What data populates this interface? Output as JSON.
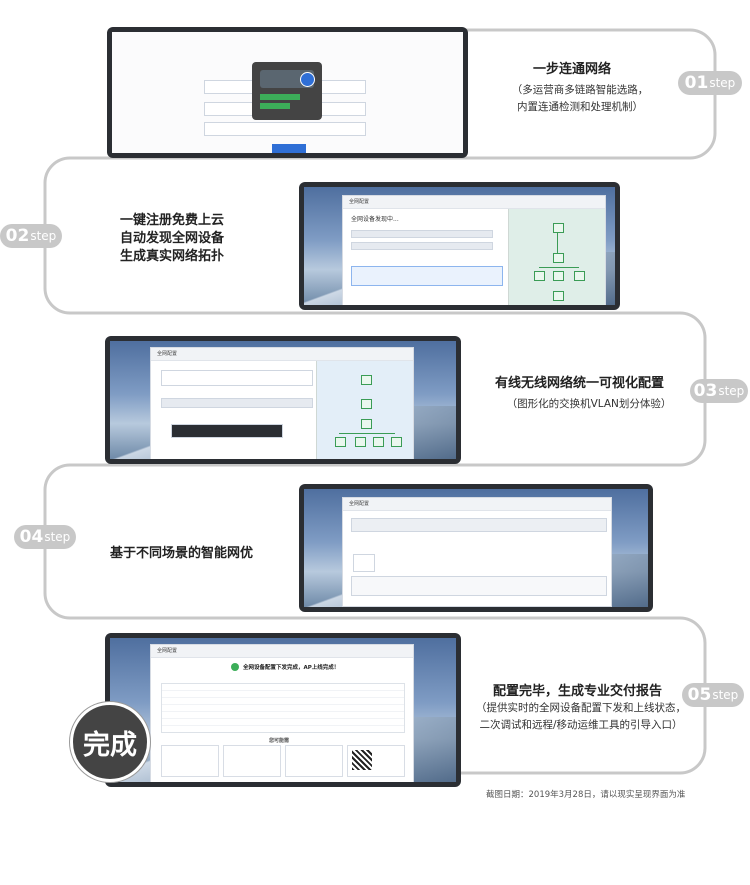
{
  "steps": [
    {
      "num": "01",
      "label": "step",
      "title": "一步连通网络",
      "sub": "（多运营商多链路智能选路，\n内置连通检测和处理机制）"
    },
    {
      "num": "02",
      "label": "step",
      "title": "一键注册免费上云\n自动发现全网设备\n生成真实网络拓扑",
      "sub": ""
    },
    {
      "num": "03",
      "label": "step",
      "title": "有线无线网络统一可视化配置",
      "sub": "（图形化的交换机VLAN划分体验）"
    },
    {
      "num": "04",
      "label": "step",
      "title": "基于不同场景的智能网优",
      "sub": ""
    },
    {
      "num": "05",
      "label": "step",
      "title": "配置完毕，生成专业交付报告",
      "sub": "（提供实时的全网设备配置下发和上线状态，\n二次调试和远程/移动运维工具的引导入口）"
    }
  ],
  "done_label": "完成",
  "footnote": "截图日期：2019年3月28日，请以现实呈现界面为准",
  "screens": {
    "s2_title": "全网设备发现中...",
    "s5_title": "全网设备配置下发完成，AP上线完成！",
    "s5_section": "您可能需"
  },
  "colors": {
    "path": "#c8c8c8",
    "badge": "#c8c8c8",
    "accent": "#2f6fd6",
    "ok": "#3cae59"
  }
}
